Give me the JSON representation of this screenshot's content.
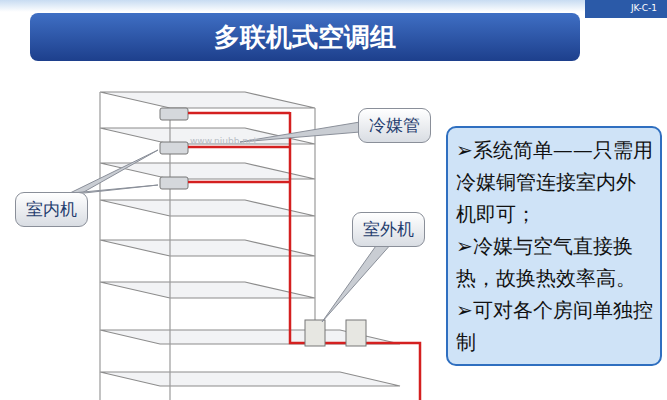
{
  "diagram": {
    "title": "多联机式空调组",
    "nodes": [
      {
        "text": [
          "冷媒管"
        ]
      },
      {
        "text": [
          "室内机"
        ]
      },
      {
        "text": [
          "室外机"
        ]
      },
      {
        "text": [
          "➢系统简单——只需用冷媒铜管连接室内外机即可；",
          "➢冷媒与空气直接换热，故换热效率高。",
          "➢可对各个房间单独控制"
        ]
      }
    ],
    "labels": [
      "JK-C-1",
      "www.niubb.net"
    ]
  }
}
